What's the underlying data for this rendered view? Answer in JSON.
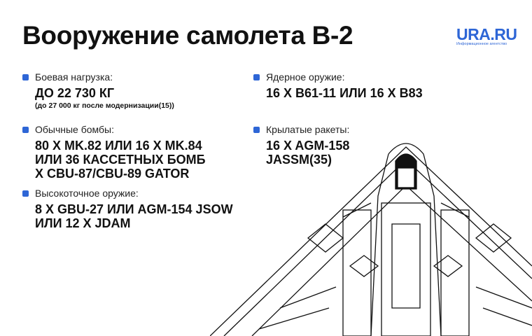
{
  "title": "Вооружение самолета B-2",
  "logo": {
    "name": "URA.RU",
    "tagline": "Информационное агентство"
  },
  "accent": "#2e66d6",
  "items": [
    {
      "label": "Боевая нагрузка:",
      "lines": [
        "До 22 730 кг"
      ],
      "note": "(до 27 000 кг после модернизации(15))"
    },
    {
      "label": "Обычные бомбы:",
      "lines": [
        "80 x Mk.82 или 16 x Mk.84",
        "или 36 кассетных бомб",
        "x CBU-87/CBU-89 Gator"
      ]
    },
    {
      "label": "Высокоточное оружие:",
      "lines": [
        "8 x GBU-27 или AGM-154 JSOW",
        "или 12 x JDAM"
      ]
    },
    {
      "label": "Ядерное оружие:",
      "lines": [
        "16 x B61-11 или 16 x B83"
      ]
    },
    {
      "label": "Крылатые ракеты:",
      "lines": [
        "16 x AGM-158",
        "JASSM(35)"
      ]
    }
  ]
}
